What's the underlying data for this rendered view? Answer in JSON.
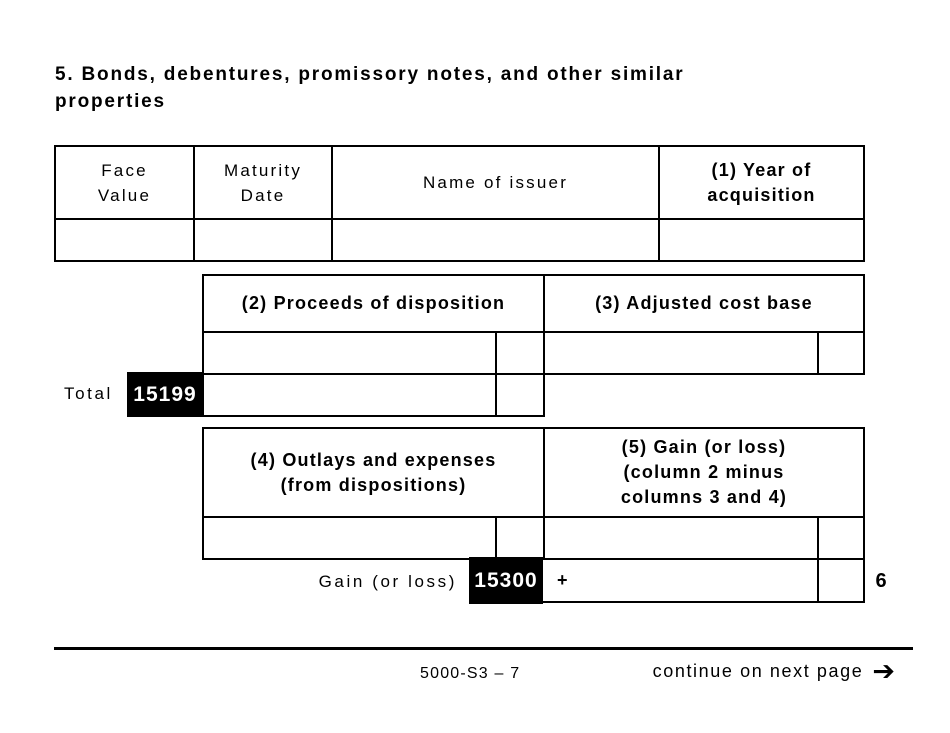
{
  "title": "5. Bonds, debentures, promissory notes, and other similar\nproperties",
  "issuer_table": {
    "columns": [
      "Face\nValue",
      "Maturity\nDate",
      "Name of issuer",
      "(1) Year of\nacquisition"
    ]
  },
  "proceeds": {
    "col2_header": "(2) Proceeds of disposition",
    "col3_header": "(3) Adjusted cost base",
    "total_label": "Total",
    "total_code": "15199"
  },
  "outlays": {
    "col4_header": "(4) Outlays and expenses\n(from dispositions)",
    "col5_header": "(5) Gain (or loss)\n(column 2 minus\ncolumns 3 and 4)",
    "gain_label": "Gain (or loss)",
    "gain_code": "15300",
    "plus": "+",
    "line_ref": "6"
  },
  "footer": {
    "page_code": "5000-S3 – 7",
    "continue_label": "continue on next page",
    "arrow": "➔"
  },
  "colors": {
    "ink": "#000000",
    "paper": "#ffffff",
    "code_box_bg": "#000000",
    "code_box_fg": "#ffffff"
  }
}
